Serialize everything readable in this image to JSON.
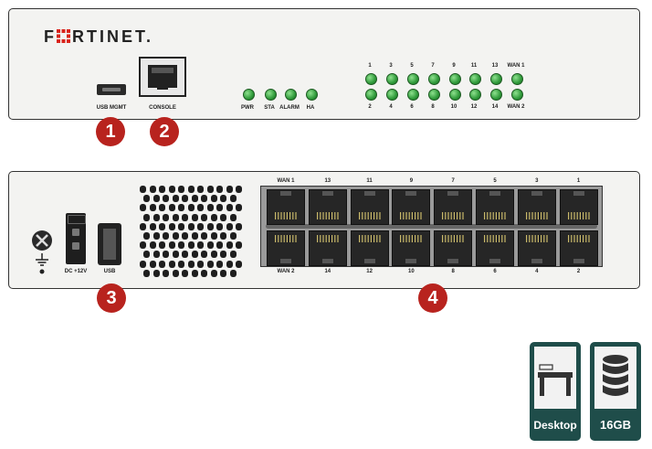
{
  "front_panel": {
    "logo_left": "F",
    "logo_right": "RTINET.",
    "usb_mgmt_label": "USB MGMT",
    "console_label": "CONSOLE",
    "status_leds": [
      "PWR",
      "STA",
      "ALARM",
      "HA"
    ],
    "port_leds_top": [
      "1",
      "3",
      "5",
      "7",
      "9",
      "11",
      "13",
      "WAN 1"
    ],
    "port_leds_bottom": [
      "2",
      "4",
      "6",
      "8",
      "10",
      "12",
      "14",
      "WAN 2"
    ]
  },
  "back_panel": {
    "dc_label": "DC +12V",
    "usb_label": "USB",
    "ports_top": [
      "WAN 1",
      "13",
      "11",
      "9",
      "7",
      "5",
      "3",
      "1"
    ],
    "ports_bottom": [
      "WAN 2",
      "14",
      "12",
      "10",
      "8",
      "6",
      "4",
      "2"
    ]
  },
  "callouts": [
    "1",
    "2",
    "3",
    "4"
  ],
  "tiles": {
    "desktop_label": "Desktop",
    "storage_label": "16GB"
  },
  "colors": {
    "callout": "#b8231e",
    "led_green": "#2f9a3a",
    "tile": "#1f4d4a",
    "logo_red": "#d9231b"
  }
}
